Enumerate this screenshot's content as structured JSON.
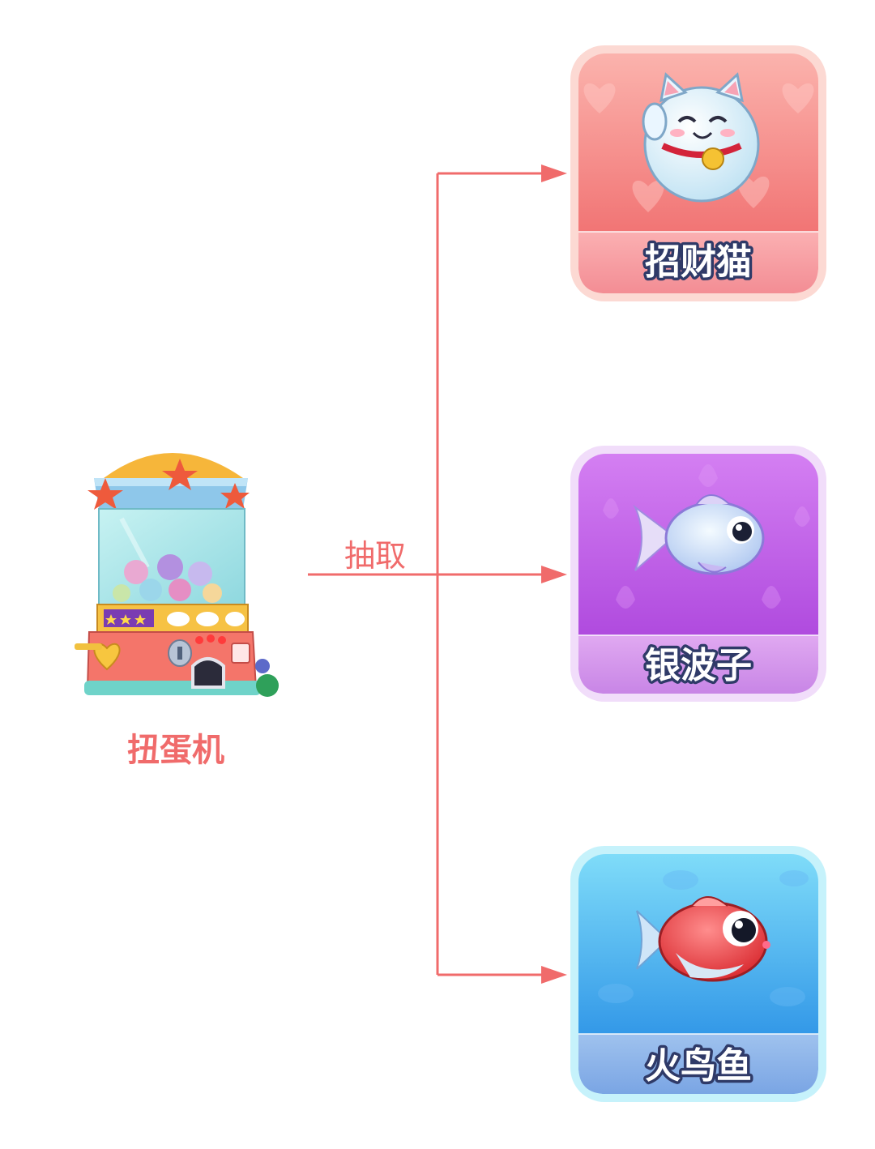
{
  "source": {
    "label": "扭蛋机",
    "icon": "gashapon-machine-icon"
  },
  "connector": {
    "label": "抽取",
    "color": "#f06b6b"
  },
  "targets": [
    {
      "label": "招财猫",
      "icon": "lucky-cat-icon",
      "theme": "#f58a86"
    },
    {
      "label": "银波子",
      "icon": "silver-fish-icon",
      "theme": "#c766e8"
    },
    {
      "label": "火鸟鱼",
      "icon": "red-fish-icon",
      "theme": "#2aa3ef"
    }
  ]
}
